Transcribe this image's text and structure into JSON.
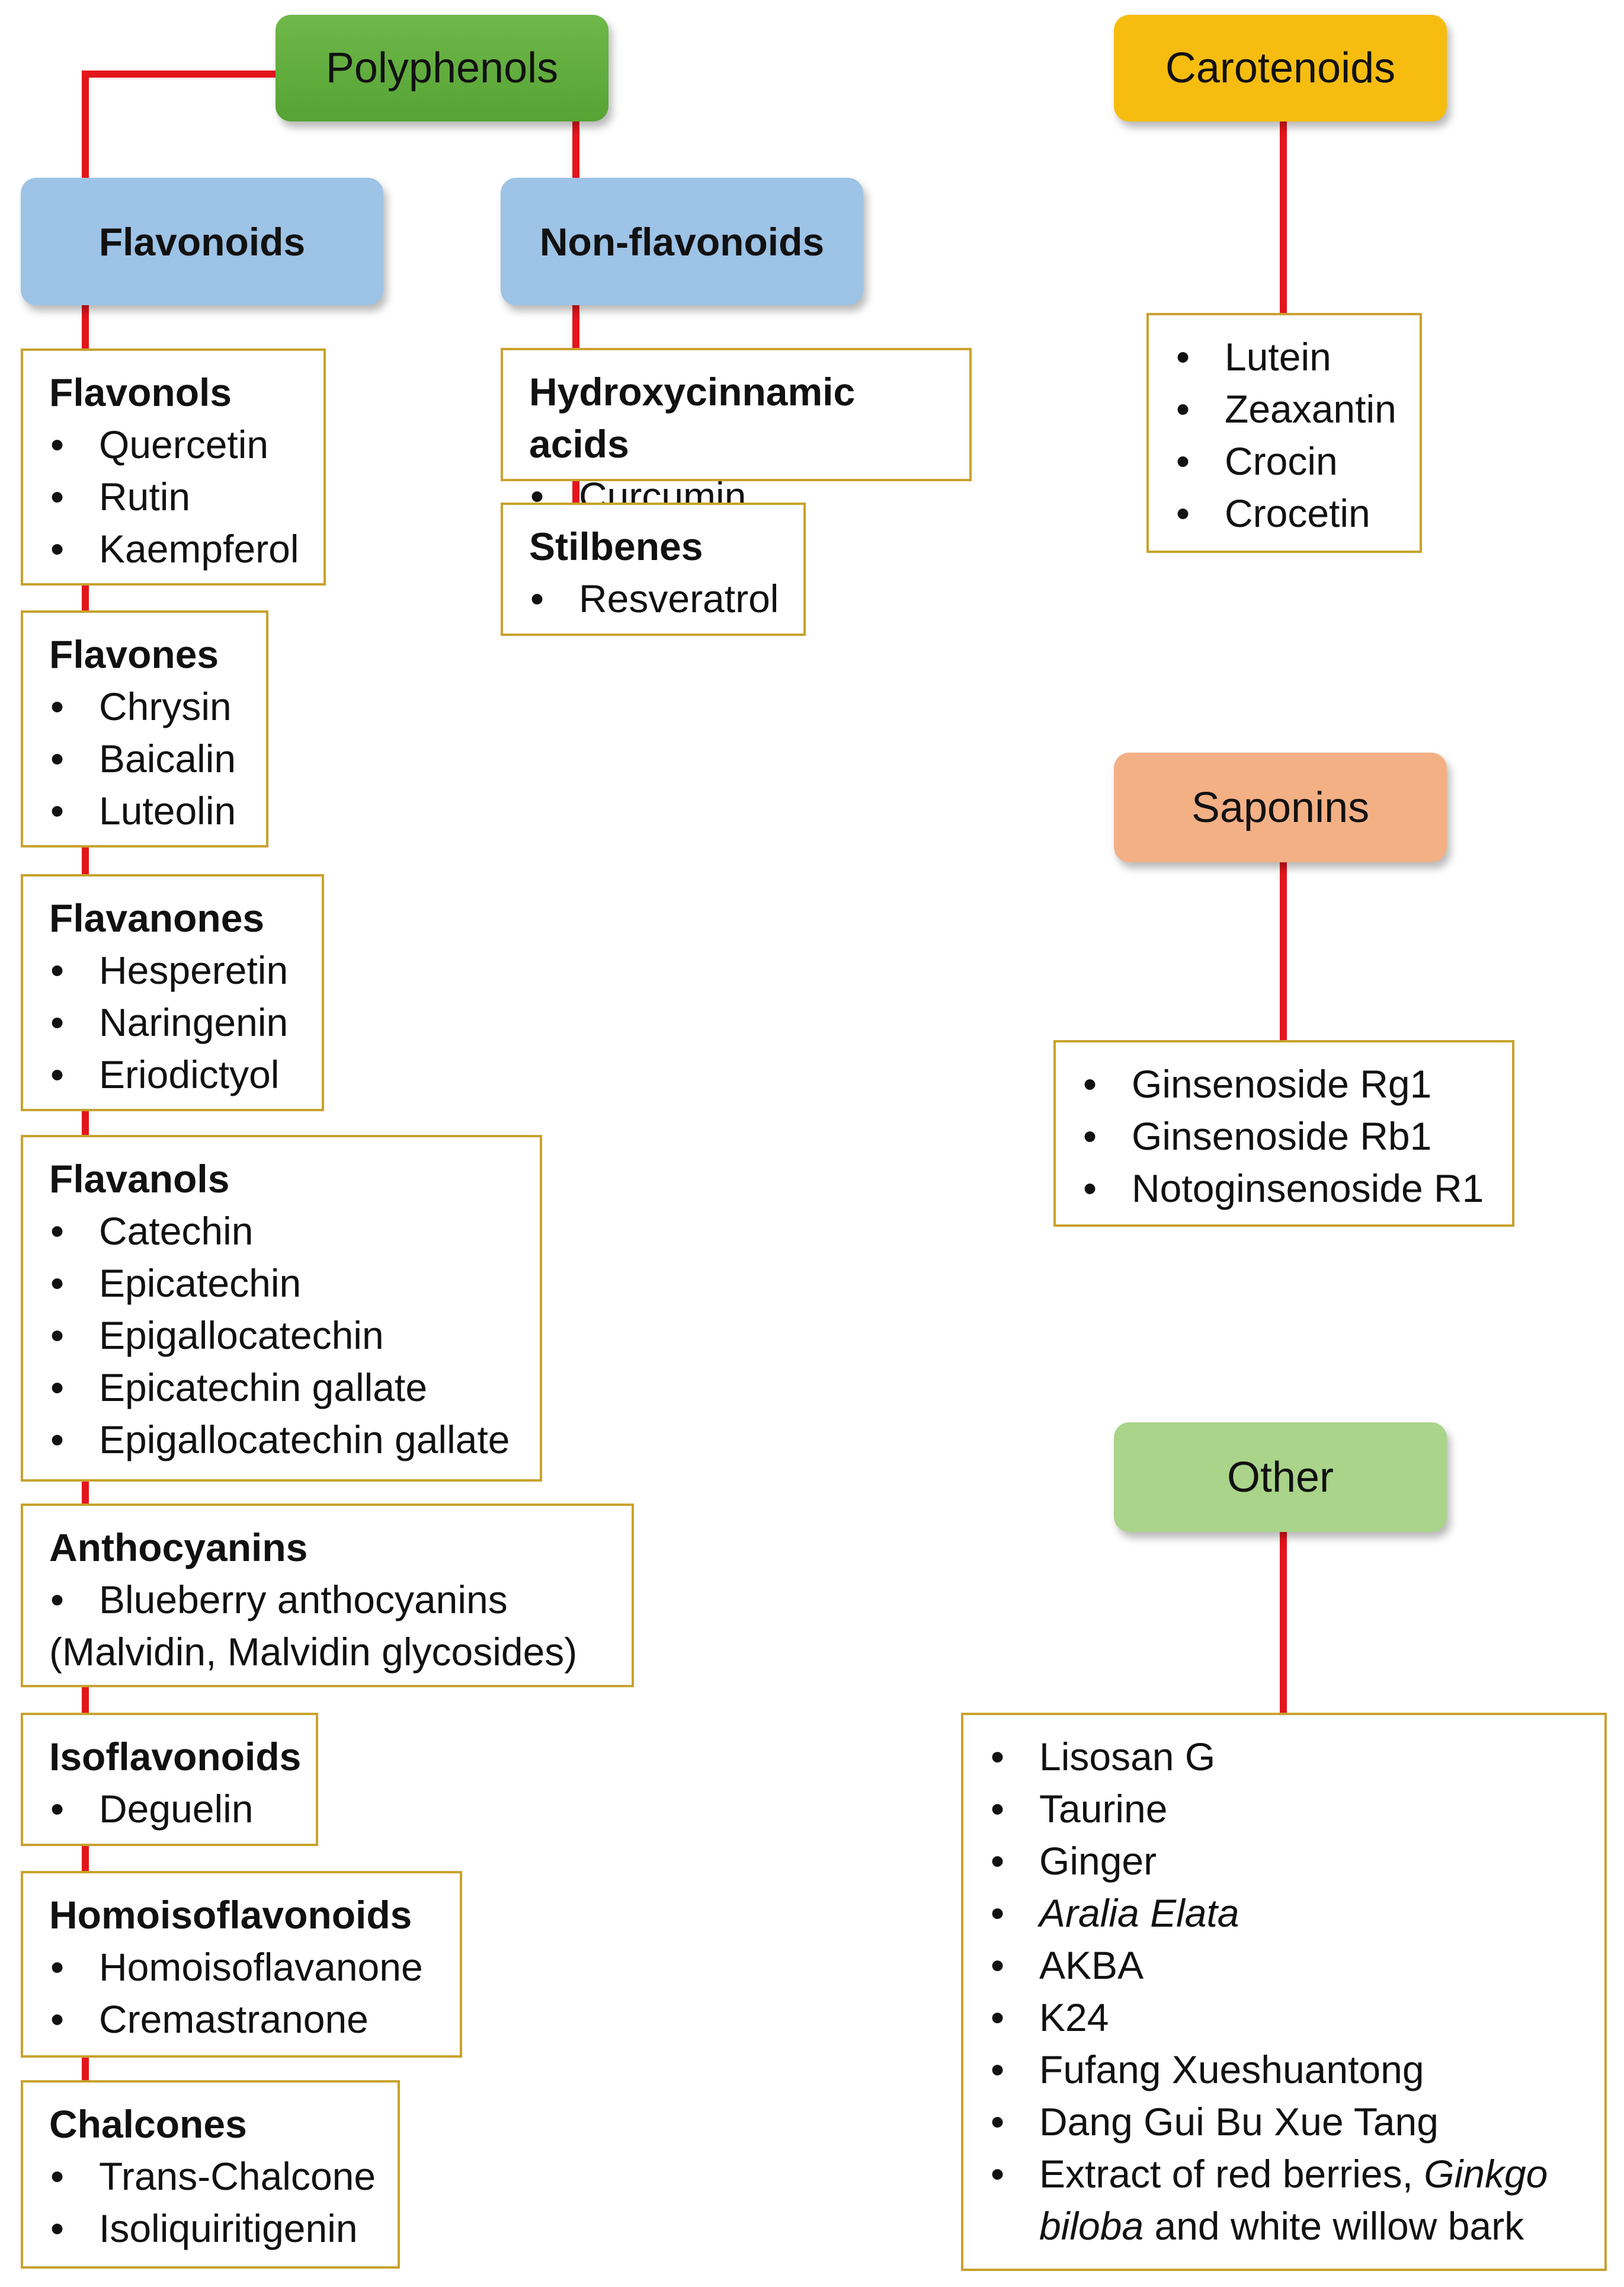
{
  "headers": {
    "polyphenols": "Polyphenols",
    "carotenoids": "Carotenoids",
    "saponins": "Saponins",
    "other": "Other",
    "flavonoids": "Flavonoids",
    "non_flavonoids": "Non-flavonoids"
  },
  "flavonoid_groups": [
    {
      "title": "Flavonols",
      "items": [
        "Quercetin",
        "Rutin",
        "Kaempferol"
      ]
    },
    {
      "title": "Flavones",
      "items": [
        "Chrysin",
        "Baicalin",
        "Luteolin"
      ]
    },
    {
      "title": "Flavanones",
      "items": [
        "Hesperetin",
        "Naringenin",
        "Eriodictyol"
      ]
    },
    {
      "title": "Flavanols",
      "items": [
        "Catechin",
        "Epicatechin",
        "Epigallocatechin",
        "Epicatechin gallate",
        "Epigallocatechin gallate"
      ]
    },
    {
      "title": "Anthocyanins",
      "items": [
        "Blueberry anthocyanins"
      ],
      "continuation": "(Malvidin, Malvidin glycosides)"
    },
    {
      "title": "Isoflavonoids",
      "items": [
        "Deguelin"
      ]
    },
    {
      "title": "Homoisoflavonoids",
      "items": [
        "Homoisoflavanone",
        "Cremastranone"
      ]
    },
    {
      "title": "Chalcones",
      "items": [
        "Trans-Chalcone",
        "Isoliquiritigenin"
      ]
    }
  ],
  "non_flavonoid_groups": [
    {
      "title": "Hydroxycinnamic acids",
      "items": [
        "Curcumin"
      ]
    },
    {
      "title": "Stilbenes",
      "items": [
        "Resveratrol"
      ]
    }
  ],
  "carotenoid_items": [
    "Lutein",
    "Zeaxantin",
    "Crocin",
    "Crocetin"
  ],
  "saponin_items": [
    "Ginsenoside Rg1",
    "Ginsenoside Rb1",
    "Notoginsenoside R1"
  ],
  "other_items": [
    "Lisosan G",
    "Taurine",
    "Ginger",
    "Aralia Elata",
    "AKBA",
    "K24",
    "Fufang Xueshuantong",
    "Dang Gui Bu Xue Tang"
  ],
  "other_last": {
    "part1": "Extract of red berries, ",
    "part2_italic": "Ginkgo biloba",
    "part3": " and white willow bark"
  },
  "colors": {
    "connector": "#e3161c",
    "box_border": "#c8a22c",
    "polyphenols": "#5ea83b",
    "carotenoids": "#f6bd10",
    "saponins": "#f3b085",
    "other": "#a9d489",
    "subclass": "#9dc3e6"
  }
}
